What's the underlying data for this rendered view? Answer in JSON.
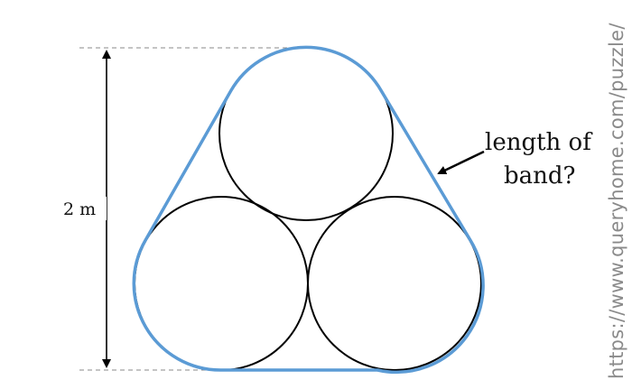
{
  "dimension": {
    "label": "2 m"
  },
  "callout": {
    "line1": "length of",
    "line2": "band?"
  },
  "watermark": "https://www.queryhome.com/puzzle/",
  "colors": {
    "band": "#5b9bd5",
    "circle": "#000000",
    "dimension": "#000000",
    "dashed": "#888888",
    "watermark": "#8a8a8a"
  }
}
